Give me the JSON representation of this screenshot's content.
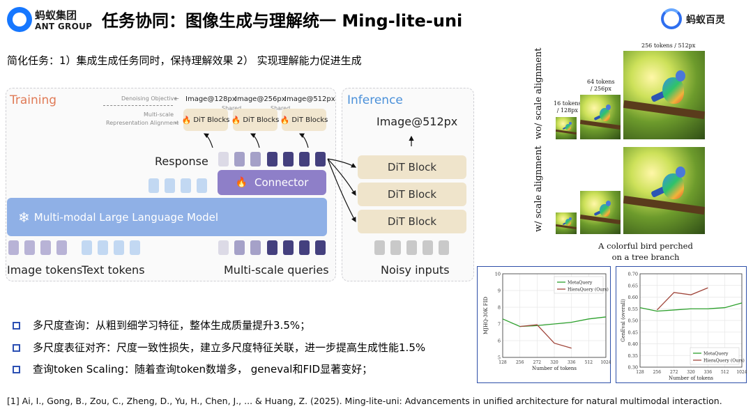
{
  "header": {
    "logo_left_cn": "蚂蚁集团",
    "logo_left_en": "ANT GROUP",
    "title": "任务协同：图像生成与理解统一 Ming-lite-uni",
    "logo_right_cn": "蚂蚁百灵"
  },
  "subtitle": "简化任务：1）集成生成任务同时，保持理解效果 2） 实现理解能力促进生成",
  "diagram": {
    "training_label": "Training",
    "inference_label": "Inference",
    "denoising_objective": "Denoising Objective",
    "multiscale_alignment_1": "Multi-scale",
    "multiscale_alignment_2": "Representation Alignment",
    "shared_1": "Shared",
    "shared_2": "Shared",
    "img128": "Image@128px",
    "img256": "Image@256px",
    "img512": "Image@512px",
    "dit_small": "DiT Blocks",
    "response": "Response",
    "connector": "Connector",
    "mllm": "Multi-modal Large Language Model",
    "image_tokens": "Image tokens",
    "text_tokens": "Text tokens",
    "multiscale_queries": "Multi-scale queries",
    "inference_image": "Image@512px",
    "dit_block": "DiT Block",
    "noisy_inputs": "Noisy inputs",
    "flame_icon": "flame-icon",
    "snowflake_icon": "snowflake-icon"
  },
  "bullets": [
    "多尺度查询：从粗到细学习特征，整体生成质量提升3.5%；",
    "多尺度表征对齐：尺度一致性损失，建立多尺度特征关联，进一步提高生成性能1.5%",
    "查询token Scaling：随着查询token数增多， geneval和FID显著变好；"
  ],
  "reference": "[1] Ai, I., Gong, B., Zou, C., Zheng, D., Yu, H., Chen, J., ... & Huang, Z. (2025). Ming-lite-uni: Advancements in unified architecture for natural multimodal interaction.",
  "samples": {
    "row1_label": "wo/ scale alignment",
    "row2_label": "w/ scale alignment",
    "tok16_a": "16 tokens",
    "tok16_b": "/ 128px",
    "tok64_a": "64 tokens",
    "tok64_b": "/ 256px",
    "tok256": "256 tokens / 512px",
    "caption_1": "A colorful bird perched",
    "caption_2": "on a tree branch"
  },
  "chart_data": [
    {
      "type": "line",
      "title": "",
      "xlabel": "Number of tokens",
      "ylabel": "MJHQ-30K FID",
      "x_ticks": [
        128,
        256,
        272,
        320,
        336,
        512,
        1024
      ],
      "y_ticks": [
        5,
        6,
        7,
        8,
        9,
        10
      ],
      "ylim": [
        5,
        10
      ],
      "legend_position": "top-right",
      "series": [
        {
          "name": "MetaQuery",
          "color": "#2ca02c",
          "x": [
            128,
            256,
            272,
            320,
            336,
            512,
            1024
          ],
          "y": [
            7.3,
            6.85,
            6.9,
            7.0,
            7.1,
            7.3,
            7.42
          ]
        },
        {
          "name": "HieraQuery (Ours)",
          "color": "#a0453a",
          "x": [
            256,
            272,
            320,
            336
          ],
          "y": [
            6.85,
            6.95,
            5.85,
            5.55
          ]
        }
      ]
    },
    {
      "type": "line",
      "title": "",
      "xlabel": "Number of tokens",
      "ylabel": "GenEval (overall)",
      "x_ticks": [
        128,
        256,
        272,
        320,
        336,
        512,
        1024
      ],
      "y_ticks": [
        0.3,
        0.35,
        0.4,
        0.45,
        0.5,
        0.55,
        0.6,
        0.65,
        0.7
      ],
      "ylim": [
        0.3,
        0.7
      ],
      "legend_position": "bottom-right",
      "series": [
        {
          "name": "MetaQuery",
          "color": "#2ca02c",
          "x": [
            128,
            256,
            272,
            320,
            336,
            512,
            1024
          ],
          "y": [
            0.555,
            0.54,
            0.545,
            0.55,
            0.55,
            0.555,
            0.575
          ]
        },
        {
          "name": "HieraQuery (Ours)",
          "color": "#a0453a",
          "x": [
            256,
            272,
            320,
            336
          ],
          "y": [
            0.545,
            0.62,
            0.61,
            0.64
          ]
        }
      ]
    }
  ]
}
